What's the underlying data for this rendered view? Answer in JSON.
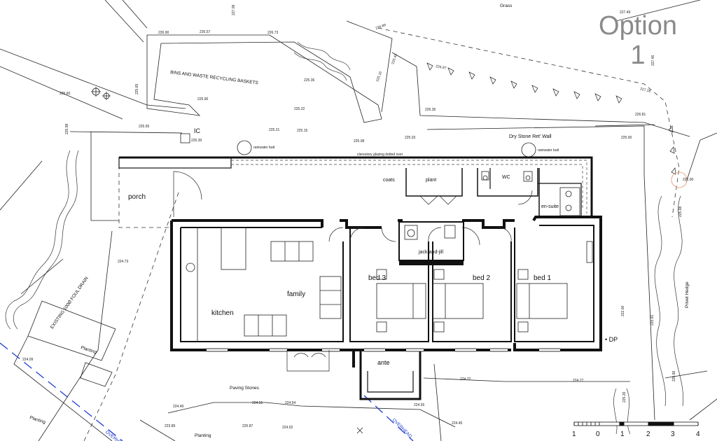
{
  "title": {
    "line1": "Option",
    "line2": "1"
  },
  "rooms": {
    "porch": "porch",
    "kitchen": "kitchen",
    "family": "family",
    "bed3": "bed 3",
    "bed2": "bed 2",
    "bed1": "bed 1",
    "coats": "coats",
    "plant": "plant",
    "wc": "WC",
    "ensuite": "en-suite",
    "jack": "jack-and-jill",
    "ante": "ante"
  },
  "labels": {
    "bins": "BINS AND WASTE RECYCLING BASKETS",
    "grass": "Grass",
    "ic": "IC",
    "drystone": "Dry Stone Ret' Wall",
    "rainbutt1": "rainwater butt",
    "rainbutt2": "rainwater butt",
    "clerestory": "clerestory glazing dotted over",
    "dp": "• DP",
    "paving": "Paving Stones",
    "planting1": "Planting",
    "planting2": "Planting",
    "planting3": "Planting",
    "privet": "Privet Hedge",
    "foul": "EXISTING 100Ø FOUL DRAIN",
    "overhead1": "OVERHE",
    "overhead2": "OVERHEAD"
  },
  "levels": [
    "227.09",
    "226.57",
    "226.73",
    "226.90",
    "225.65",
    "226.89",
    "226.97",
    "227.28",
    "227.46",
    "227.49",
    "225.36",
    "225.16",
    "225.45",
    "226.81",
    "226.36",
    "225.90",
    "225.22",
    "225.21",
    "225.15",
    "225.08",
    "225.03",
    "225.55",
    "225.30",
    "225.60",
    "225.98",
    "224.73",
    "224.09",
    "225.00",
    "224.72",
    "224.77",
    "222.00",
    "225.91",
    "225.96",
    "226.00",
    "225.98",
    "225.26",
    "224.49",
    "224.55",
    "224.54",
    "224.55",
    "224.45",
    "223.89",
    "225.87",
    "224.02"
  ],
  "scale": {
    "ticks": [
      "1",
      "0",
      "1",
      "2",
      "3",
      "4"
    ]
  },
  "colors": {
    "line": "#111111",
    "drain": "#1f3fd1",
    "title": "#8a8a8a",
    "highlight": "#e6a98c"
  }
}
